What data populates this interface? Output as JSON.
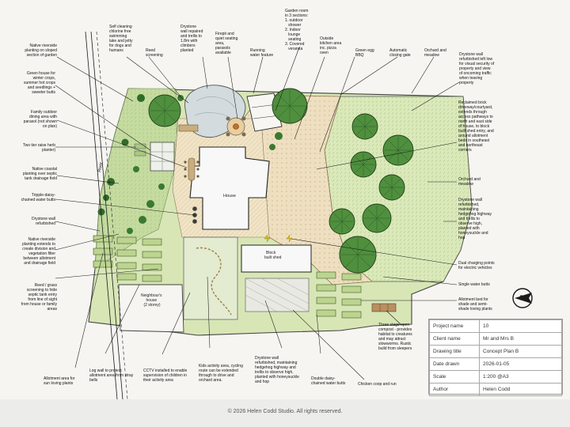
{
  "labels": {
    "native_riverside_top": "Native riverside\nplanting on sloped\nsection of garden",
    "greenhouse": "Green house for\nwinter crops,\nsummer hot crops\nand seedlings +\nsweeter butts",
    "family_dining": "Family outdoor\ndining area with\nparasol (not shown\non plan)",
    "herb_planter": "Two tier raise herb\nplanter)",
    "native_coastal": "Native coastal\nplanting over septic\ntank drainage field",
    "tripple_daisy": "Tripple-daisy-\nchained water butts",
    "drystone_left": "Drystone wall\nrefurbished",
    "native_riverside_mid": "Native riverside\nplanting extends to\ncreate division and\nvegetation filter\nbetween allotment\nand drainage field",
    "reed_screening_left": "Reed / grass\nscreening to hide\nseptic tank entry\nfrom line of sight\nfrom house or family\nareas",
    "allotment_sun": "Allotment area for\nsun loving plants",
    "log_wall": "Log wall to protect\nallotment area from stray\nbells",
    "cctv": "CCTV installed to enable\nsupervision of children in\ntheir activity area",
    "kids_area": "Kids activity area, cycling\nroute can be extended\nthrough to drive and\norchard area.",
    "drystone_bottom": "Drystone wall\nrefurbished, maintaining\nhedgehog highway and\ntrellis to observe high,\nplanted with honeysuckle\nand hop",
    "double_daisy": "Double daisy-\nchained water butts",
    "chicken_coop": "Chicken coop and run",
    "compost": "Three stage open\ncompost - provides\nhabitat to creatures\nand may attract\nslowworms. Rustic\nbuild from sleepers",
    "self_cleaning": "Self cleaning\nchlorine free\nswimming\nlake and jetty\nfor dogs and\nhumans",
    "reed_screening_top": "Reed\nscreening",
    "drystone_top": "Drystone\nwall repaired\nand trellis to\n1.8m with\nclimbers\nplanted",
    "firepit": "Firepit and\nquiet seating\narea,\nparasols\navailable",
    "running_water": "Running\nwater feature",
    "garden_room": "Garden room\nin 3 sections:\n1. outdoor\n   shower\n2. Indoor\n   lounge\n   seating\n3. Covered\n   veranda",
    "outside_kitchen": "Outside\nkitchen area\ninc. pizza\noven",
    "green_egg": "Green egg\nBBQ",
    "auto_gate": "Automatic\nclosing gate",
    "orchard_top": "Orchard and\nmeadow",
    "drystone_right": "Drystone wall\nrefurbished left low\nfor visual security of\nproperty and view\nof oncoming traffic\nwhen leaving\nproperty",
    "reclaimed_brick": "Reclaimed brick\ndriveway/courtyard,\nextends through\naccess pathways to\nnorth and east side\nof house, to block\nbuilt shed entry, and\naround allotment\nbeds in southeast\nand northeast\ncorners",
    "orchard_right": "Orchard and\nmeadow",
    "drystone_right2": "Drystone wall\nrefurbished,\nmaintaining\nhedgehog highway\nand trellis to\nobserve high,\nplanted with\nhoneysuckle and\nhop",
    "dual_charging": "Dual charging points\nfor electric vehicles",
    "single_water": "Single water butts",
    "allotment_shade": "Allotment bed for\nshade and semi-\nshade loving plants"
  },
  "plan": {
    "river_label": "River",
    "house_label": "House",
    "shed_label": "Block\nbuilt shed",
    "neighbour_label": "Neighbour's\nhouse\n(2 storey)",
    "compass_letter": "N"
  },
  "title_block": {
    "rows": [
      {
        "key": "Project name",
        "value": "10"
      },
      {
        "key": "Client name",
        "value": "Mr and Mrs B"
      },
      {
        "key": "Drawing title",
        "value": "Concept Plan B"
      },
      {
        "key": "Date drawn",
        "value": "2026-01-05"
      },
      {
        "key": "Scale",
        "value": "1:200 @A3"
      },
      {
        "key": "Author",
        "value": "Helen Codd"
      }
    ]
  },
  "footer": {
    "copyright": "© 2026 Helen Codd Studio. All rights reserved."
  },
  "colors": {
    "paper": "#f6f5f1",
    "meadow": "#d7e6b4",
    "tree": "#4f8f3e",
    "driveway": "#eddcba",
    "house": "#f7f7f7",
    "lake": "#cfd8dc",
    "ink": "#1a1a1a"
  }
}
